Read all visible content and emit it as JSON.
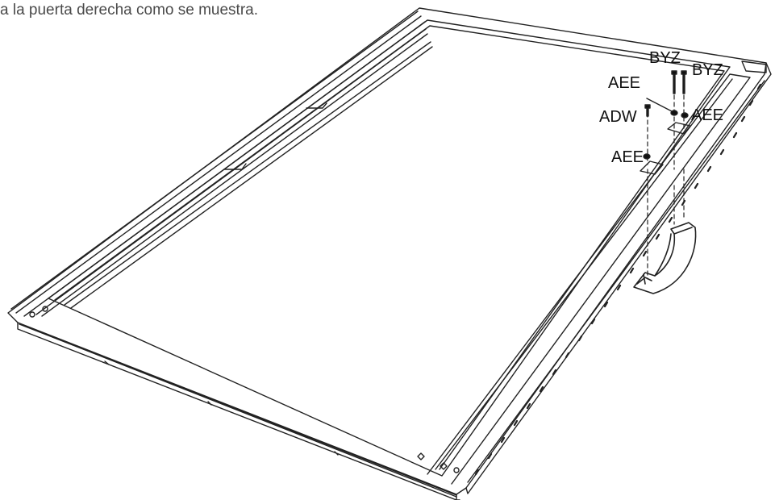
{
  "caption": "a la puerta derecha como se muestra.",
  "part_labels": {
    "byz_left": "BYZ",
    "byz_right": "BYZ",
    "aee_top": "AEE",
    "adw": "ADW",
    "aee_right": "AEE",
    "aee_lower": "AEE"
  }
}
